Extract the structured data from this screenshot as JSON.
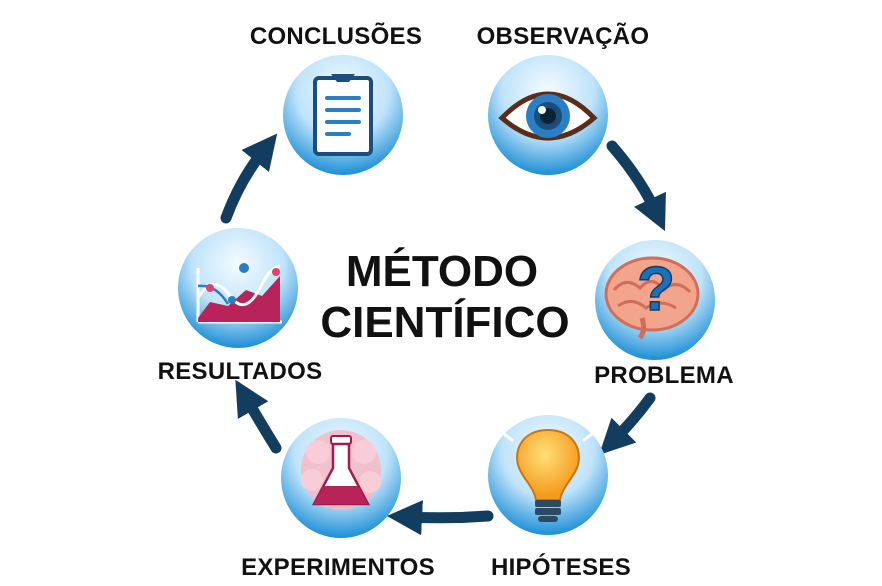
{
  "title": {
    "line1": "MÉTODO",
    "line2": "CIENTÍFICO"
  },
  "steps": [
    {
      "label": "OBSERVAÇÃO",
      "icon": "eye-icon"
    },
    {
      "label": "PROBLEMA",
      "icon": "brain-question-icon"
    },
    {
      "label": "HIPÓTESES",
      "icon": "lightbulb-icon"
    },
    {
      "label": "EXPERIMENTOS",
      "icon": "flask-icon"
    },
    {
      "label": "RESULTADOS",
      "icon": "chart-icon"
    },
    {
      "label": "CONCLUSÕES",
      "icon": "clipboard-icon"
    }
  ],
  "colors": {
    "arrow": "#123d5e",
    "circle_light": "#e8f6ff",
    "circle_dark": "#1c8fd6",
    "text": "#111111"
  }
}
